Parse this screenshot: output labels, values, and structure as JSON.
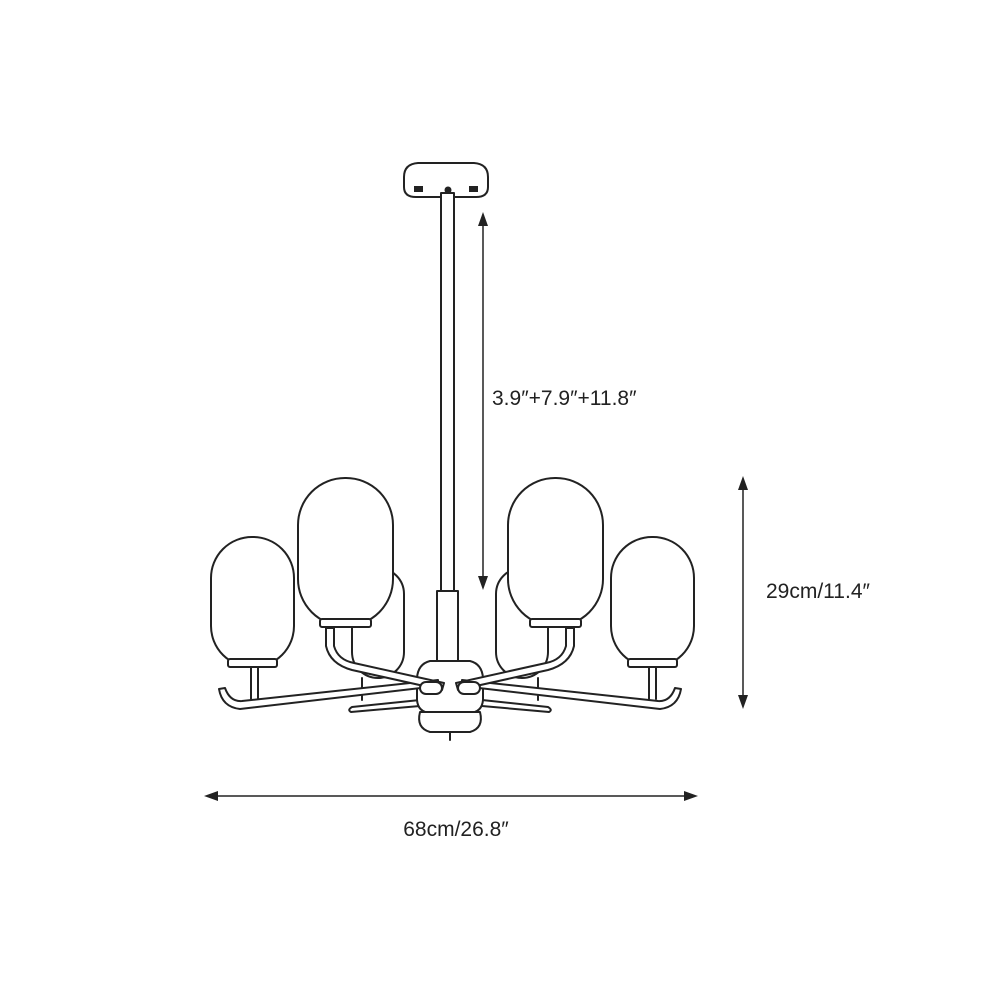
{
  "dimensions": {
    "rod_length": "3.9″+7.9″+11.8″",
    "height": "29cm/11.4″",
    "width": "68cm/26.8″"
  },
  "colors": {
    "line": "#222222",
    "background": "#ffffff"
  }
}
